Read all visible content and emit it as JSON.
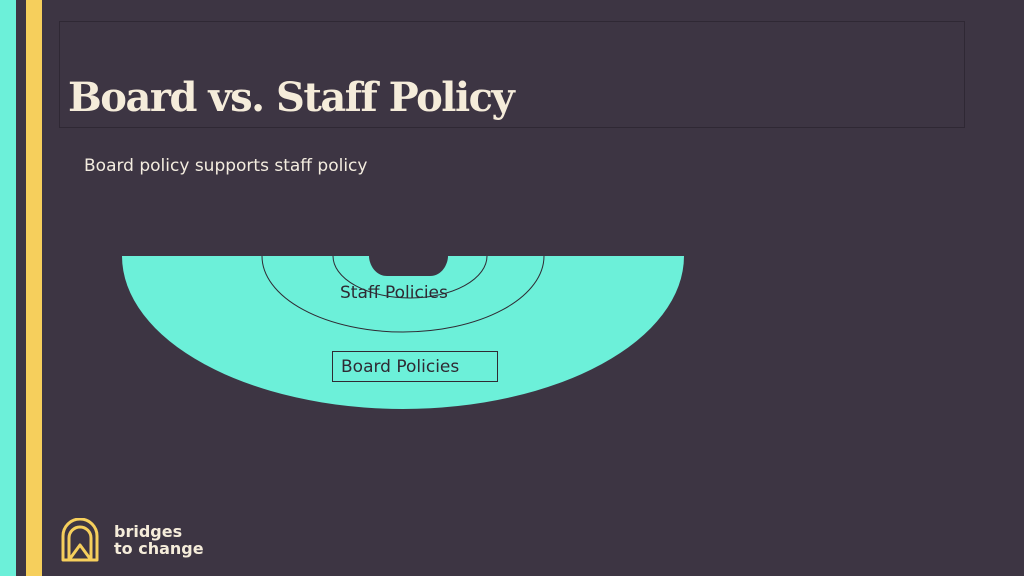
{
  "slide": {
    "title": "Board vs. Staff Policy",
    "subtitle": "Board policy supports staff policy"
  },
  "diagram": {
    "levels": [
      {
        "label": "Staff Policies",
        "role": "inner"
      },
      {
        "label": "Board Policies",
        "role": "outer"
      }
    ],
    "fill_color": "#6cf0d9",
    "line_color": "#2f2a33"
  },
  "brand": {
    "line1": "bridges",
    "line2": "to change",
    "icon": "arch-logo-icon",
    "accent_color": "#f6cf5c",
    "stripe_colors": [
      "#6cf0d9",
      "#f6cf5c"
    ]
  }
}
